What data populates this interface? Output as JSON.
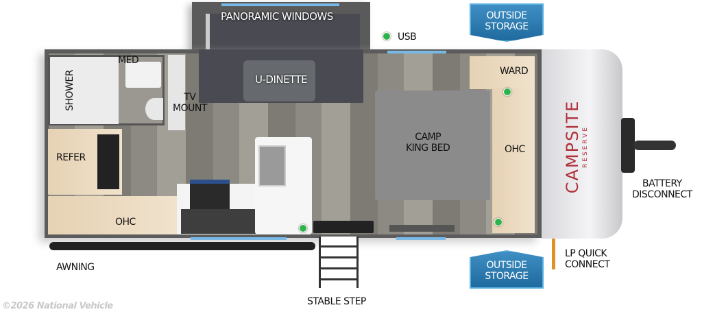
{
  "labels": {
    "panoramic_windows": "PANORAMIC WINDOWS",
    "usb": "USB",
    "med": "MED",
    "shower": "SHOWER",
    "tv_mount": [
      "TV",
      "MOUNT"
    ],
    "u_dinette": "U-DINETTE",
    "ward": "WARD",
    "camp_king_bed": [
      "CAMP",
      "KING BED"
    ],
    "ohc_front": "OHC",
    "refer": "REFER",
    "ohc_rear": "OHC",
    "battery_disconnect": [
      "BATTERY",
      "DISCONNECT"
    ],
    "lp_quick_connect": [
      "LP QUICK",
      "CONNECT"
    ],
    "awning": "AWNING",
    "stable_step": "STABLE STEP",
    "outside_storage_top": [
      "OUTSIDE",
      "STORAGE"
    ],
    "outside_storage_bottom": [
      "OUTSIDE",
      "STORAGE"
    ]
  },
  "brand": {
    "name": "CAMPSITE",
    "sub": "RESERVE"
  },
  "watermark": "©2026 National Vehicle",
  "colors": {
    "usb_dot": "#2db34a",
    "storage_badge": "#2a78ad",
    "window": "#7ab8e6",
    "brand_text": "#b0303a"
  }
}
